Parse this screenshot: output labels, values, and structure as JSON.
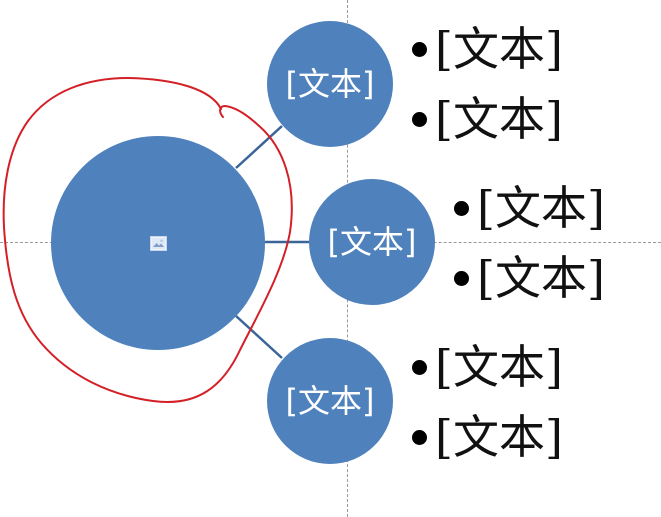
{
  "diagram": {
    "center_node": {
      "icon": "picture-placeholder-icon"
    },
    "nodes": [
      {
        "label": "[文本]",
        "bullets": [
          "[文本]",
          "[文本]"
        ]
      },
      {
        "label": "[文本]",
        "bullets": [
          "[文本]",
          "[文本]"
        ]
      },
      {
        "label": "[文本]",
        "bullets": [
          "[文本]",
          "[文本]"
        ]
      }
    ]
  },
  "colors": {
    "node_fill": "#4f81bd",
    "connector": "#3b6598",
    "annotation_ink": "#d32026",
    "guide_line": "#9a9a9a",
    "bullet_text": "#111111"
  }
}
